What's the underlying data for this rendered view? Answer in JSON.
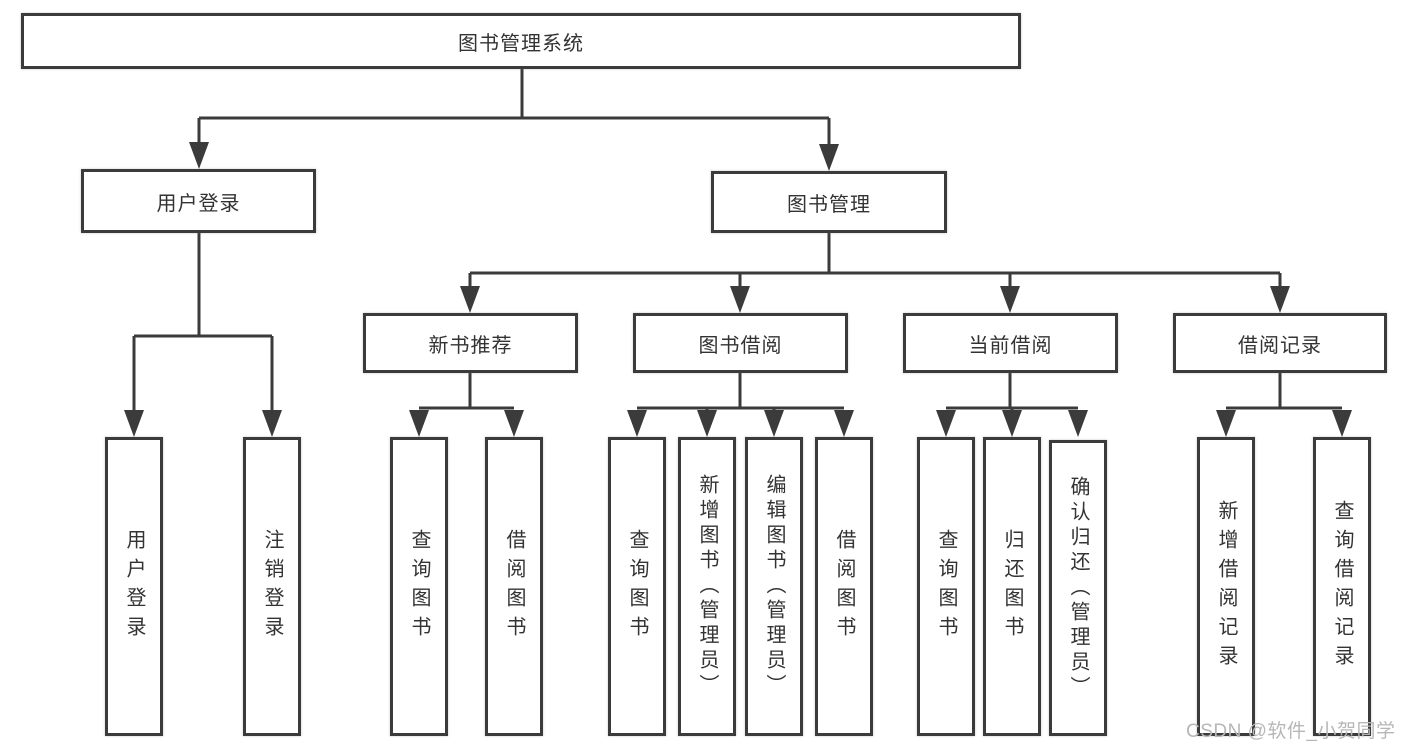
{
  "diagram": {
    "root": {
      "label": "图书管理系统"
    },
    "branches": [
      {
        "label": "用户登录",
        "children": [
          {
            "label": "用户登录"
          },
          {
            "label": "注销登录"
          }
        ]
      },
      {
        "label": "图书管理",
        "sections": [
          {
            "label": "新书推荐",
            "children": [
              {
                "label": "查询图书"
              },
              {
                "label": "借阅图书"
              }
            ]
          },
          {
            "label": "图书借阅",
            "children": [
              {
                "label": "查询图书"
              },
              {
                "label": "新增图书（管理员）"
              },
              {
                "label": "编辑图书（管理员）"
              },
              {
                "label": "借阅图书"
              }
            ]
          },
          {
            "label": "当前借阅",
            "children": [
              {
                "label": "查询图书"
              },
              {
                "label": "归还图书"
              },
              {
                "label": "确认归还（管理员）"
              }
            ]
          },
          {
            "label": "借阅记录",
            "children": [
              {
                "label": "新增借阅记录"
              },
              {
                "label": "查询借阅记录"
              }
            ]
          }
        ]
      }
    ]
  },
  "watermark": {
    "text": "CSDN @软件_小贺同学"
  },
  "colors": {
    "line": "#3b3b3b",
    "text": "#333333",
    "background": "#ffffff",
    "watermark": "#b7b7b7"
  }
}
